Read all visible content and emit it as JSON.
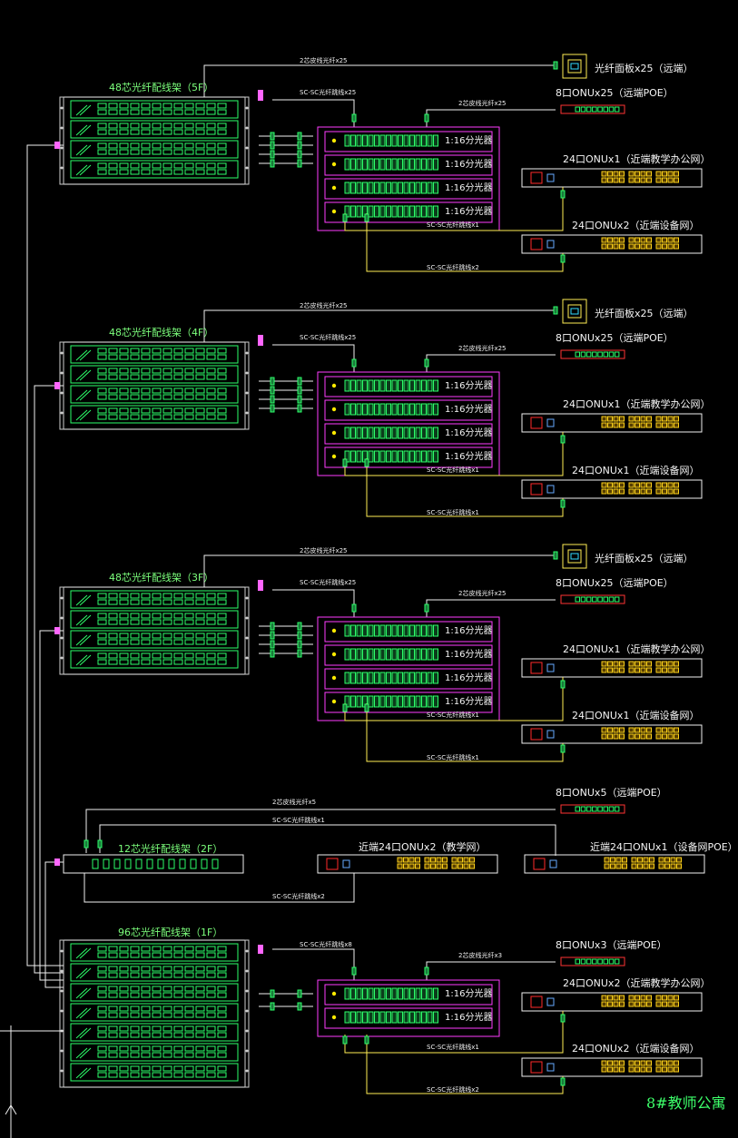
{
  "blocks": [
    {
      "frame": "48芯光纤配线架（5F）",
      "cable_top": "2芯皮线光纤x25",
      "sc_top": "SC-SC光纤跳线x25",
      "cable_mid": "2芯皮线光纤x25",
      "panel": "光纤面板x25（远端）",
      "onu8": "8口ONUx25（远端POE）",
      "onu24a": "24口ONUx1（近端教学办公网）",
      "onu24b": "24口ONUx2（近端设备网）",
      "sc_b1": "SC-SC光纤跳线x1",
      "sc_b2": "SC-SC光纤跳线x2",
      "splitters": [
        "1:16分光器",
        "1:16分光器",
        "1:16分光器",
        "1:16分光器"
      ]
    },
    {
      "frame": "48芯光纤配线架（4F）",
      "cable_top": "2芯皮线光纤x25",
      "sc_top": "SC-SC光纤跳线x25",
      "cable_mid": "2芯皮线光纤x25",
      "panel": "光纤面板x25（远端）",
      "onu8": "8口ONUx25（远端POE）",
      "onu24a": "24口ONUx1（近端教学办公网）",
      "onu24b": "24口ONUx1（近端设备网）",
      "sc_b1": "SC-SC光纤跳线x1",
      "sc_b2": "SC-SC光纤跳线x1",
      "splitters": [
        "1:16分光器",
        "1:16分光器",
        "1:16分光器",
        "1:16分光器"
      ]
    },
    {
      "frame": "48芯光纤配线架（3F）",
      "cable_top": "2芯皮线光纤x25",
      "sc_top": "SC-SC光纤跳线x25",
      "cable_mid": "2芯皮线光纤x25",
      "panel": "光纤面板x25（远端）",
      "onu8": "8口ONUx25（远端POE）",
      "onu24a": "24口ONUx1（近端教学办公网）",
      "onu24b": "24口ONUx1（近端设备网）",
      "sc_b1": "SC-SC光纤跳线x1",
      "sc_b2": "SC-SC光纤跳线x1",
      "splitters": [
        "1:16分光器",
        "1:16分光器",
        "1:16分光器",
        "1:16分光器"
      ]
    }
  ],
  "floor2": {
    "frame": "12芯光纤配线架（2F）",
    "cable": "2芯皮线光纤x5",
    "sc_top": "SC-SC光纤跳线x1",
    "onu8": "8口ONUx5（远端POE）",
    "onu_teach": "近端24口ONUx2（教学网）",
    "onu_dev": "近端24口ONUx1（设备网POE）",
    "sc_bottom": "SC-SC光纤跳线x2"
  },
  "floor1": {
    "frame": "96芯光纤配线架（1F）",
    "sc_top": "SC-SC光纤跳线x8",
    "cable": "2芯皮线光纤x3",
    "onu8": "8口ONUx3（远端POE）",
    "onu24a": "24口ONUx2（近端教学办公网）",
    "onu24b": "24口ONUx2（近端设备网）",
    "sc_b1": "SC-SC光纤跳线x1",
    "sc_b2": "SC-SC光纤跳线x2",
    "splitters": [
      "1:16分光器",
      "1:16分光器"
    ]
  },
  "footer": "8#教师公寓"
}
